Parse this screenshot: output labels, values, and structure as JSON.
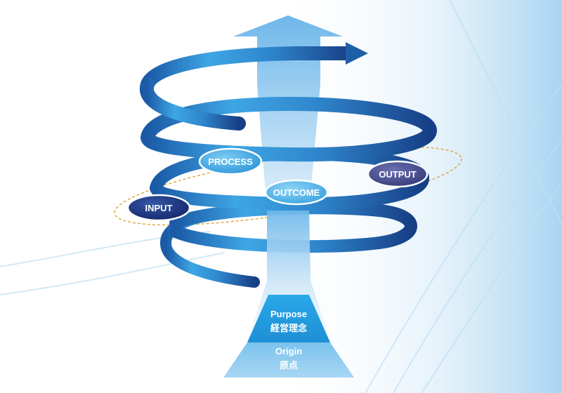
{
  "diagram": {
    "labels": {
      "input": "INPUT",
      "process": "PROCESS",
      "outcome": "OUTCOME",
      "output": "OUTPUT"
    },
    "base": {
      "purpose_en": "Purpose",
      "purpose_ja": "経営理念",
      "origin_en": "Origin",
      "origin_ja": "原点"
    }
  },
  "colors": {
    "spiral_dark": "#1f5fa8",
    "spiral_light": "#3aa0e0",
    "input_badge": "#1d3a86",
    "process_badge": "#3aa6e3",
    "outcome_badge": "#4fb6ea",
    "output_badge": "#4b4f8f",
    "orbit": "#e0a23a",
    "sun": "#ffe27a"
  }
}
